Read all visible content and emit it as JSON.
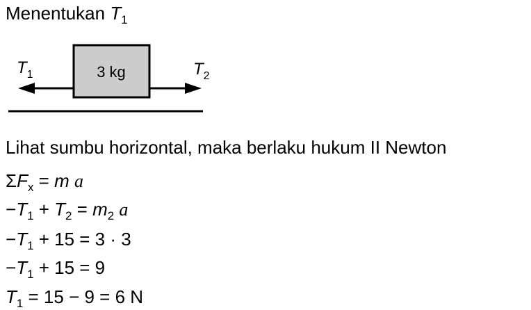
{
  "heading": {
    "prefix": "Menentukan ",
    "symbol": "T",
    "symbol_sub": "1"
  },
  "diagram": {
    "block_label": "3 kg",
    "left_force_symbol": "T",
    "left_force_sub": "1",
    "right_force_symbol": "T",
    "right_force_sub": "2",
    "colors": {
      "block_fill": "#cccccc",
      "stroke": "#000000"
    }
  },
  "intro_text": "Lihat sumbu horizontal, maka berlaku hukum II Newton",
  "equations": {
    "eq1": {
      "sigma": "Σ",
      "F": "F",
      "F_sub": "x",
      "mid": " = ",
      "m": "m",
      "sp": " ",
      "a": "a"
    },
    "eq2": {
      "minus": "−",
      "T1": "T",
      "T1_sub": "1",
      "plus": " + ",
      "T2": "T",
      "T2_sub": "2",
      "eq": " = ",
      "m": "m",
      "m_sub": "2",
      "sp": " ",
      "a": "a"
    },
    "eq3": {
      "minus": "−",
      "T": "T",
      "T_sub": "1",
      "rest": " + 15 = 3 · 3"
    },
    "eq4": {
      "minus": "−",
      "T": "T",
      "T_sub": "1",
      "rest": " + 15 = 9"
    },
    "eq5": {
      "T": "T",
      "T_sub": "1",
      "rest": " = 15 − 9 = 6 N"
    }
  }
}
